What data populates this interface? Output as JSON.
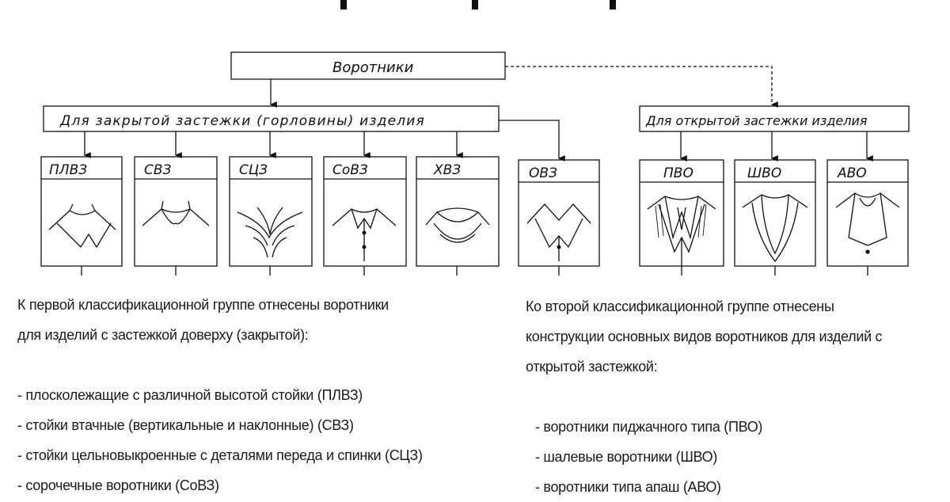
{
  "diagram": {
    "root": "Воротники",
    "closed_group": "Для закрытой застежки (горловины) изделия",
    "open_group": "Для открытой застежки изделия",
    "closed_types": [
      "ПЛВЗ",
      "СВЗ",
      "СЦЗ",
      "СоВЗ",
      "ХВЗ"
    ],
    "other_type": "ОВЗ",
    "open_types": [
      "ПВО",
      "ШВО",
      "АВО"
    ]
  },
  "left_text": {
    "intro_1": "К первой классификационной группе отнесены воротники",
    "intro_2": "для изделий с застежкой доверху (закрытой):",
    "items": [
      "- плосколежащие с различной высотой стойки (ПЛВЗ)",
      "- стойки втачные (вертикальные и наклонные) (СВЗ)",
      "- стойки цельновыкроенные с деталями переда  и спинки (СЦЗ)",
      "- сорочечные воротники (СоВЗ)"
    ]
  },
  "right_text": {
    "intro_1": "Ко второй классификационной группе отнесены",
    "intro_2": "конструкции основных видов воротников для изделий с",
    "intro_3": "открытой застежкой:",
    "items": [
      "- воротники пиджачного типа (ПВО)",
      "- шалевые воротники (ШВО)",
      "- воротники типа апаш  (АВО)"
    ]
  }
}
